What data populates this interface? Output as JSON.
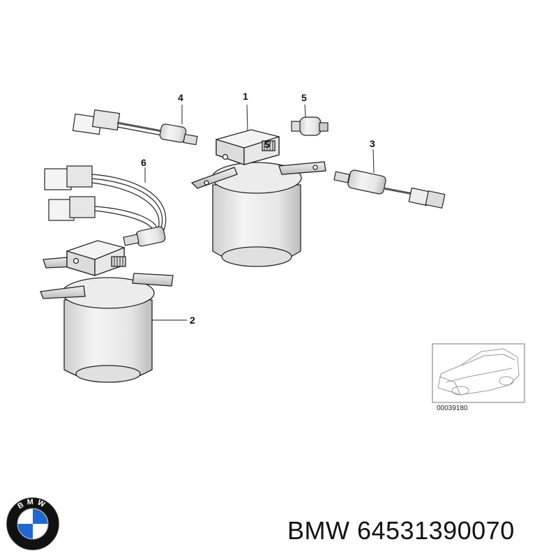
{
  "callouts": {
    "c1": "1",
    "c2": "2",
    "c3": "3",
    "c4": "4",
    "c5a": "5",
    "c5b": "5",
    "c6": "6"
  },
  "thumbnail": {
    "code": "00039180"
  },
  "brand": {
    "logo_letters": "BMW",
    "logo_colors": {
      "ring": "#111111",
      "blue": "#1c69d4",
      "white": "#ffffff"
    }
  },
  "caption": {
    "text": "BMW 64531390070"
  }
}
